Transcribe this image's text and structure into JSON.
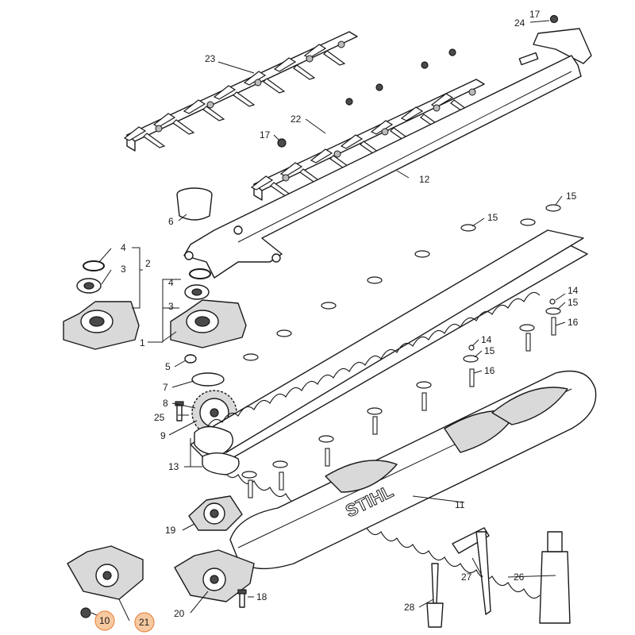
{
  "labels": {
    "p1": "1",
    "p2": "2",
    "p3a": "3",
    "p3b": "3",
    "p4a": "4",
    "p4b": "4",
    "p5": "5",
    "p6": "6",
    "p7": "7",
    "p8": "8",
    "p9": "9",
    "p10": "10",
    "p11": "11",
    "p12": "12",
    "p13": "13",
    "p14a": "14",
    "p14b": "14",
    "p15a": "15",
    "p15b": "15",
    "p15c": "15",
    "p15d": "15",
    "p16a": "16",
    "p16b": "16",
    "p17a": "17",
    "p17b": "17",
    "p18": "18",
    "p19": "19",
    "p20": "20",
    "p21": "21",
    "p22": "22",
    "p23": "23",
    "p24": "24",
    "p25": "25",
    "p26": "26",
    "p27": "27",
    "p28": "28"
  },
  "brand": "STIHL",
  "highlight_color": "#f7c9a0"
}
